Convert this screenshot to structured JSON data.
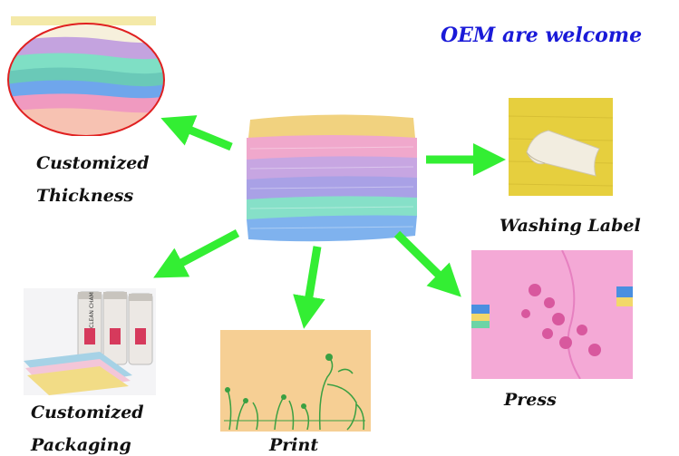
{
  "header": {
    "title": "OEM are welcome"
  },
  "captions": {
    "thickness_line1": "Customized",
    "thickness_line2": "Thickness",
    "washing_label": "Washing Label",
    "packaging_line1": "Customized",
    "packaging_line2": "Packaging",
    "print": "Print",
    "press": "Press"
  },
  "packaging_tube_text": "CLEAN CHAM",
  "colors": {
    "title": "#1a1ad8",
    "arrow": "#33ee33",
    "towel_yellow": "#f1d27f",
    "towel_pink": "#f0a8cc",
    "towel_purple": "#c7a6e2",
    "towel_green": "#86e0c8",
    "towel_blue": "#7fb2ee"
  }
}
